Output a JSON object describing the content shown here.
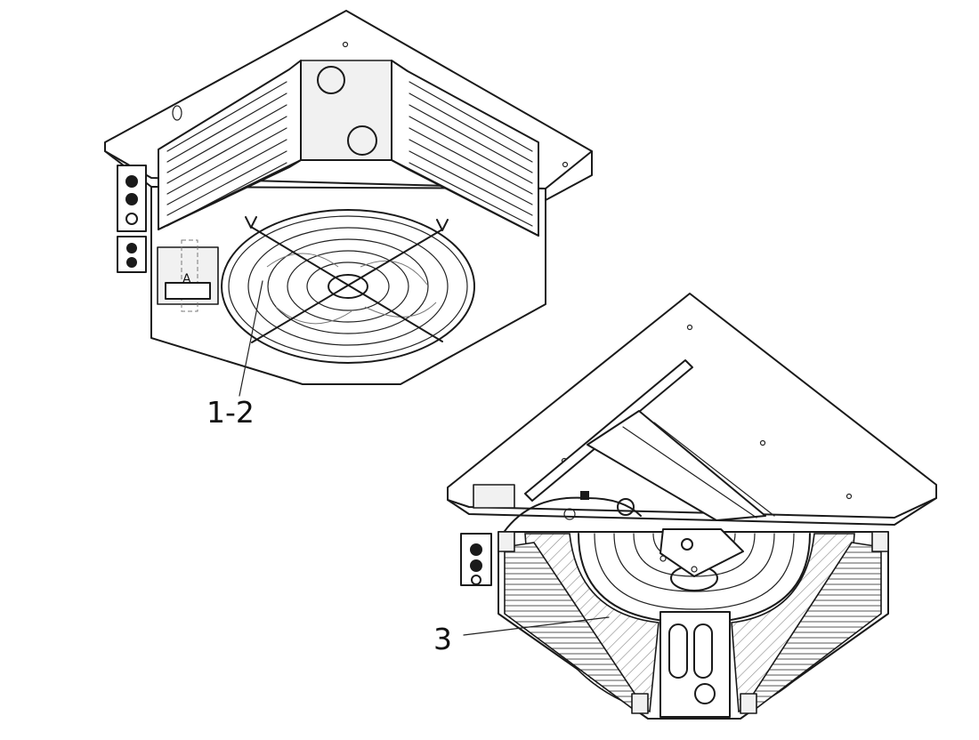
{
  "callouts": [
    {
      "id": "1",
      "text": "1-2"
    },
    {
      "id": "2",
      "text": "3"
    }
  ]
}
